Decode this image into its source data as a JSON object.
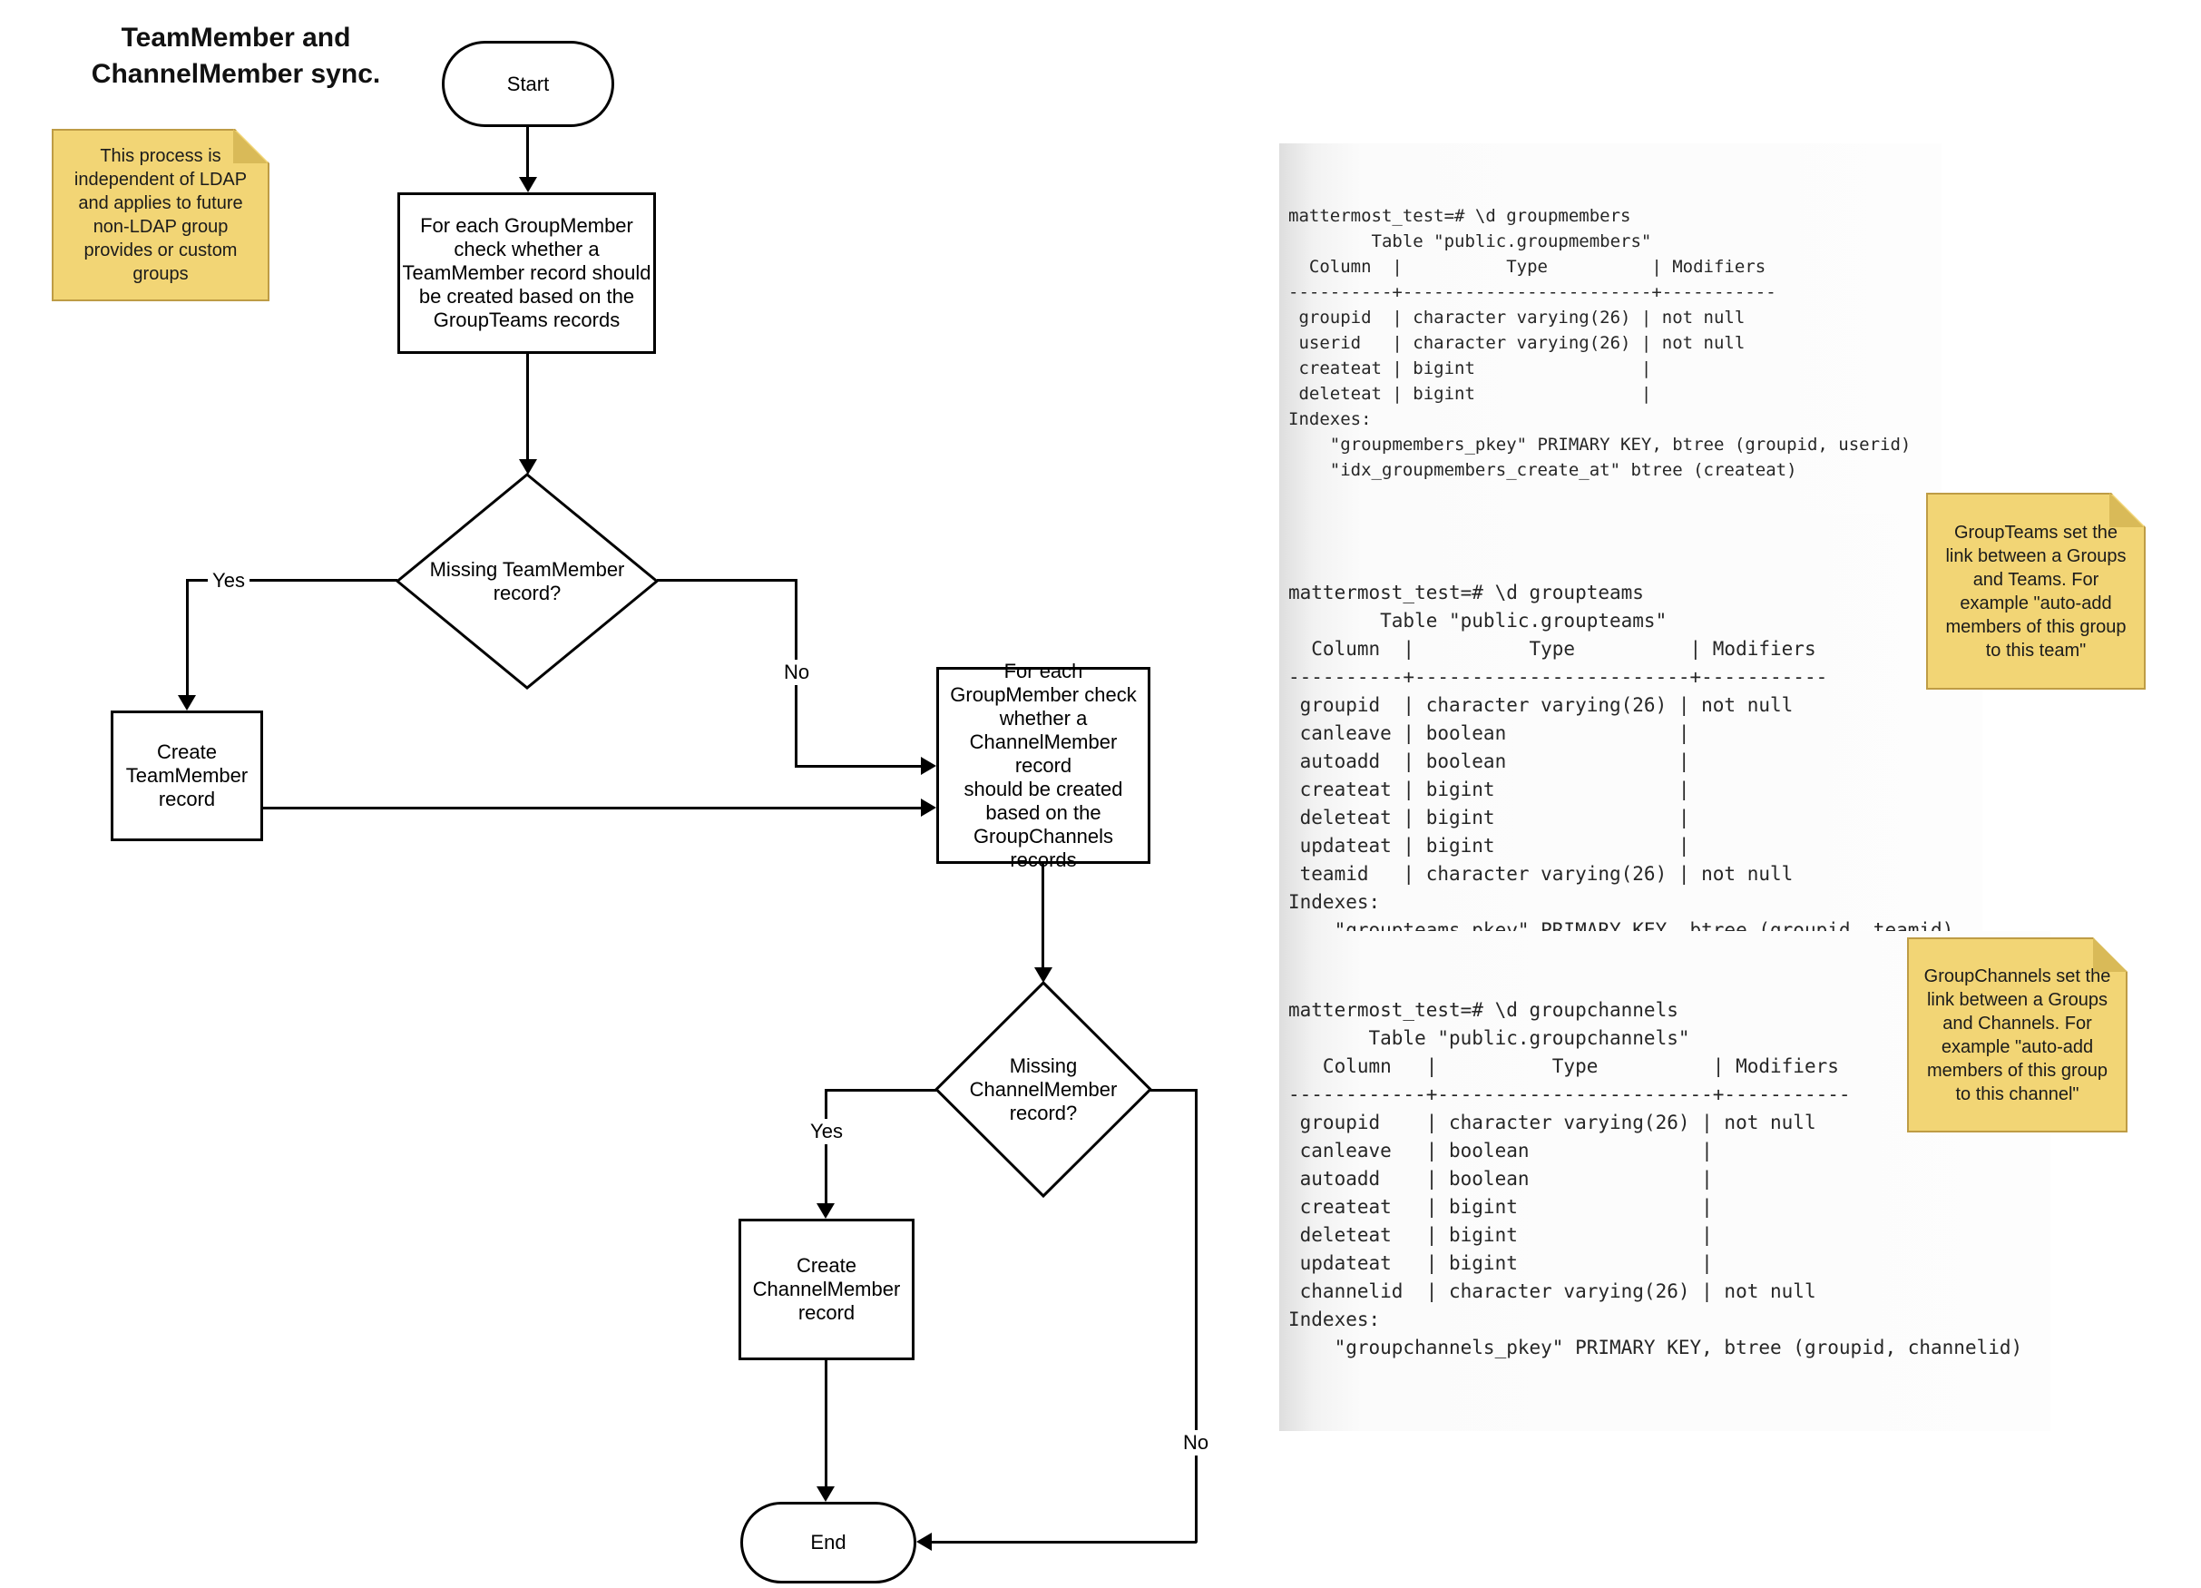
{
  "title": "TeamMember and\nChannelMember sync.",
  "notes": {
    "ldap": "This process is\nindependent of LDAP\nand applies to future\nnon-LDAP group\nprovides or custom\ngroups",
    "groupteams": "GroupTeams set the\nlink between a Groups\nand Teams. For\nexample \"auto-add\nmembers of this group\nto this team\"",
    "groupchannels": "GroupChannels set the\nlink between a Groups\nand Channels. For\nexample \"auto-add\nmembers of this group\nto this channel\""
  },
  "flowchart": {
    "start_label": "Start",
    "end_label": "End",
    "process_team_check": "For each GroupMember\ncheck whether a\nTeamMember record should\nbe created based on the\nGroupTeams records",
    "decision_team": "Missing TeamMember\nrecord?",
    "process_create_team": "Create\nTeamMember\nrecord",
    "process_channel_check": "For each\nGroupMember check\nwhether a\nChannelMember record\nshould be created\nbased on the\nGroupChannels\nrecords",
    "decision_channel": "Missing\nChannelMember\nrecord?",
    "process_create_channel": "Create\nChannelMember\nrecord",
    "yes_label": "Yes",
    "no_label": "No"
  },
  "code_blocks": [
    {
      "name": "groupmembers",
      "lines": [
        "mattermost_test=# \\d groupmembers",
        "        Table \"public.groupmembers\"",
        "  Column  |          Type          | Modifiers",
        "----------+------------------------+-----------",
        " groupid  | character varying(26) | not null",
        " userid   | character varying(26) | not null",
        " createat | bigint                |",
        " deleteat | bigint                |",
        "Indexes:",
        "    \"groupmembers_pkey\" PRIMARY KEY, btree (groupid, userid)",
        "    \"idx_groupmembers_create_at\" btree (createat)"
      ]
    },
    {
      "name": "groupteams",
      "lines": [
        "mattermost_test=# \\d groupteams",
        "        Table \"public.groupteams\"",
        "  Column  |          Type          | Modifiers",
        "----------+------------------------+-----------",
        " groupid  | character varying(26) | not null",
        " canleave | boolean               |",
        " autoadd  | boolean               |",
        " createat | bigint                |",
        " deleteat | bigint                |",
        " updateat | bigint                |",
        " teamid   | character varying(26) | not null",
        "Indexes:",
        "    \"groupteams_pkey\" PRIMARY KEY, btree (groupid, teamid)"
      ]
    },
    {
      "name": "groupchannels",
      "lines": [
        "mattermost_test=# \\d groupchannels",
        "       Table \"public.groupchannels\"",
        "   Column   |          Type          | Modifiers",
        "------------+------------------------+-----------",
        " groupid    | character varying(26) | not null",
        " canleave   | boolean               |",
        " autoadd    | boolean               |",
        " createat   | bigint                |",
        " deleteat   | bigint                |",
        " updateat   | bigint                |",
        " channelid  | character varying(26) | not null",
        "Indexes:",
        "    \"groupchannels_pkey\" PRIMARY KEY, btree (groupid, channelid)"
      ]
    }
  ],
  "colors": {
    "note_fill": "#F2D575",
    "note_border": "#BE9C45",
    "note_fold": "#D9BA58",
    "line_color": "#000000",
    "code_text": "#262626",
    "flow_text": "#000000"
  }
}
